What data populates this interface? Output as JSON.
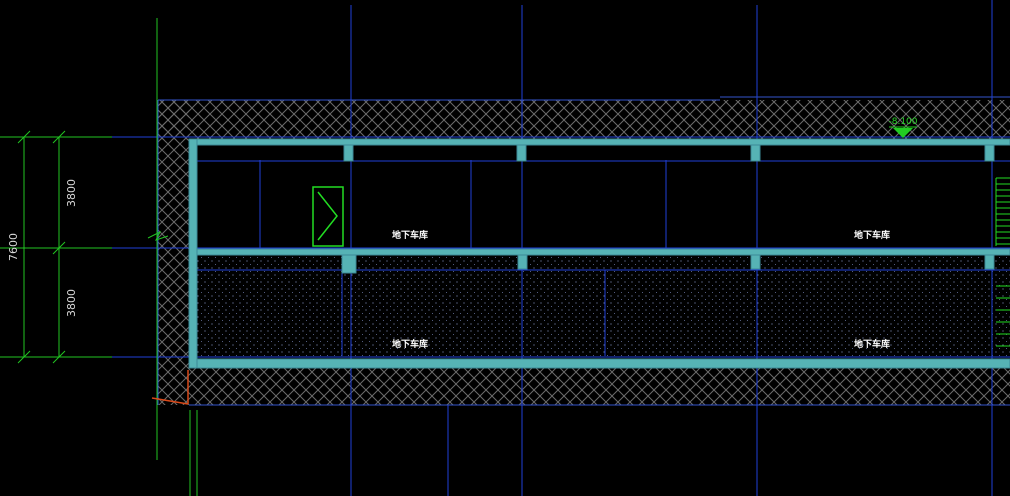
{
  "colors": {
    "background": "#000000",
    "grid_line": "#1f3fd8",
    "axis_line": "#22c522",
    "wall_outline": "#4f9aa6",
    "wall_fill": "#56b3b5",
    "soil_hatch": "#6b6b6b",
    "door": "#22dd22",
    "level_marker": "#22cc22",
    "break_mark": "#d94a1a"
  },
  "dimensions": {
    "total": "7600",
    "upper": "3800",
    "lower": "3800"
  },
  "level_marker": {
    "text": "-8.100",
    "icon": "triangle-down"
  },
  "rooms": {
    "upper": [
      "地下车库",
      "地下车库"
    ],
    "lower": [
      "地下车库",
      "地下车库"
    ]
  }
}
